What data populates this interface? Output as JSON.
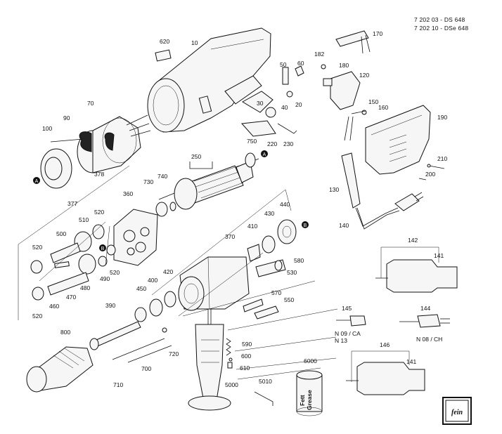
{
  "header": {
    "model_line_1": "7 202 03 - DS   648",
    "model_line_2": "7 202 10 - DSe  648"
  },
  "labels": {
    "p620": "620",
    "p10": "10",
    "p170": "170",
    "p182": "182",
    "p50": "50",
    "p60": "60",
    "p180": "180",
    "p120": "120",
    "p90": "90",
    "p70": "70",
    "p100": "100",
    "p30": "30",
    "p40": "40",
    "p20": "20",
    "p150": "150",
    "p160": "160",
    "p190": "190",
    "p220": "220",
    "p230": "230",
    "p750": "750",
    "p250": "250",
    "p740": "740",
    "p730": "730",
    "p378": "378",
    "p360": "360",
    "p210": "210",
    "p200": "200",
    "p130": "130",
    "p377": "377",
    "p520a": "520",
    "p510": "510",
    "p500": "500",
    "p520b": "520",
    "p440": "440",
    "p430": "430",
    "p410": "410",
    "p370": "370",
    "p140": "140",
    "p142": "142",
    "p141a": "141",
    "p580": "580",
    "p530": "530",
    "p520c": "520",
    "p490": "490",
    "p400": "400",
    "p420": "420",
    "p450": "450",
    "p480": "480",
    "p470": "470",
    "p460": "460",
    "p390": "390",
    "p520d": "520",
    "p570": "570",
    "p550": "550",
    "p145": "145",
    "p144": "144",
    "p800": "800",
    "p720": "720",
    "p590": "590",
    "p600": "600",
    "p610": "610",
    "p700": "700",
    "p710": "710",
    "p146": "146",
    "p141b": "141",
    "p6000": "6000",
    "p5010": "5010",
    "p5000": "5000"
  },
  "plugs": {
    "n09": "N 09 / CA",
    "n13": "N 13",
    "n08": "N 08 / CH"
  },
  "markers": {
    "a": "A",
    "b": "B"
  },
  "grease_tin": {
    "line1": "Fett",
    "line2": "Grease"
  },
  "logo": {
    "text": "fein"
  }
}
